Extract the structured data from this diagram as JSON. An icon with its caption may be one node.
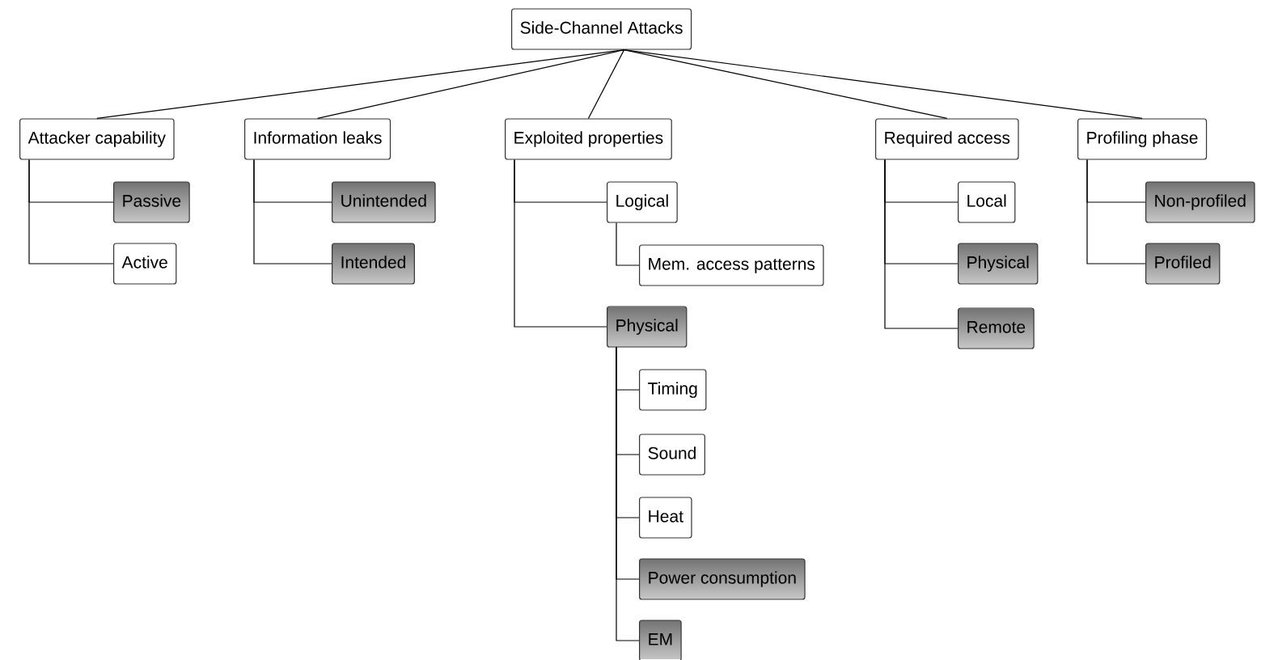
{
  "diagram": {
    "nodes": [
      {
        "text": [
          "Side-Channel Attacks"
        ]
      },
      {
        "text": [
          "Attacker capability"
        ]
      },
      {
        "text": [
          "Passive"
        ]
      },
      {
        "text": [
          "Active"
        ]
      },
      {
        "text": [
          "Information leaks"
        ]
      },
      {
        "text": [
          "Unintended"
        ]
      },
      {
        "text": [
          "Intended"
        ]
      },
      {
        "text": [
          "Exploited properties"
        ]
      },
      {
        "text": [
          "Logical"
        ]
      },
      {
        "text": [
          "Mem. access patterns"
        ]
      },
      {
        "text": [
          "Physical"
        ]
      },
      {
        "text": [
          "Timing"
        ]
      },
      {
        "text": [
          "Sound"
        ]
      },
      {
        "text": [
          "Heat"
        ]
      },
      {
        "text": [
          "Power consumption"
        ]
      },
      {
        "text": [
          "EM"
        ]
      },
      {
        "text": [
          "Required access"
        ]
      },
      {
        "text": [
          "Local"
        ]
      },
      {
        "text": [
          "Physical"
        ]
      },
      {
        "text": [
          "Remote"
        ]
      },
      {
        "text": [
          "Profiling phase"
        ]
      },
      {
        "text": [
          "Non-profiled"
        ]
      },
      {
        "text": [
          "Profiled"
        ]
      }
    ],
    "edges": [
      {
        "from": 0,
        "to": 1,
        "arrow": "none"
      },
      {
        "from": 0,
        "to": 4,
        "arrow": "none"
      },
      {
        "from": 0,
        "to": 7,
        "arrow": "none"
      },
      {
        "from": 0,
        "to": 16,
        "arrow": "none"
      },
      {
        "from": 0,
        "to": 20,
        "arrow": "none"
      },
      {
        "from": 1,
        "to": 2,
        "arrow": "none"
      },
      {
        "from": 1,
        "to": 3,
        "arrow": "none"
      },
      {
        "from": 4,
        "to": 5,
        "arrow": "none"
      },
      {
        "from": 4,
        "to": 6,
        "arrow": "none"
      },
      {
        "from": 7,
        "to": 8,
        "arrow": "none"
      },
      {
        "from": 8,
        "to": 9,
        "arrow": "none"
      },
      {
        "from": 7,
        "to": 10,
        "arrow": "none"
      },
      {
        "from": 10,
        "to": 11,
        "arrow": "none"
      },
      {
        "from": 10,
        "to": 12,
        "arrow": "none"
      },
      {
        "from": 10,
        "to": 13,
        "arrow": "none"
      },
      {
        "from": 10,
        "to": 14,
        "arrow": "none"
      },
      {
        "from": 10,
        "to": 15,
        "arrow": "none"
      },
      {
        "from": 16,
        "to": 17,
        "arrow": "none"
      },
      {
        "from": 16,
        "to": 18,
        "arrow": "none"
      },
      {
        "from": 16,
        "to": 19,
        "arrow": "none"
      },
      {
        "from": 20,
        "to": 21,
        "arrow": "none"
      },
      {
        "from": 20,
        "to": 22,
        "arrow": "none"
      }
    ]
  }
}
